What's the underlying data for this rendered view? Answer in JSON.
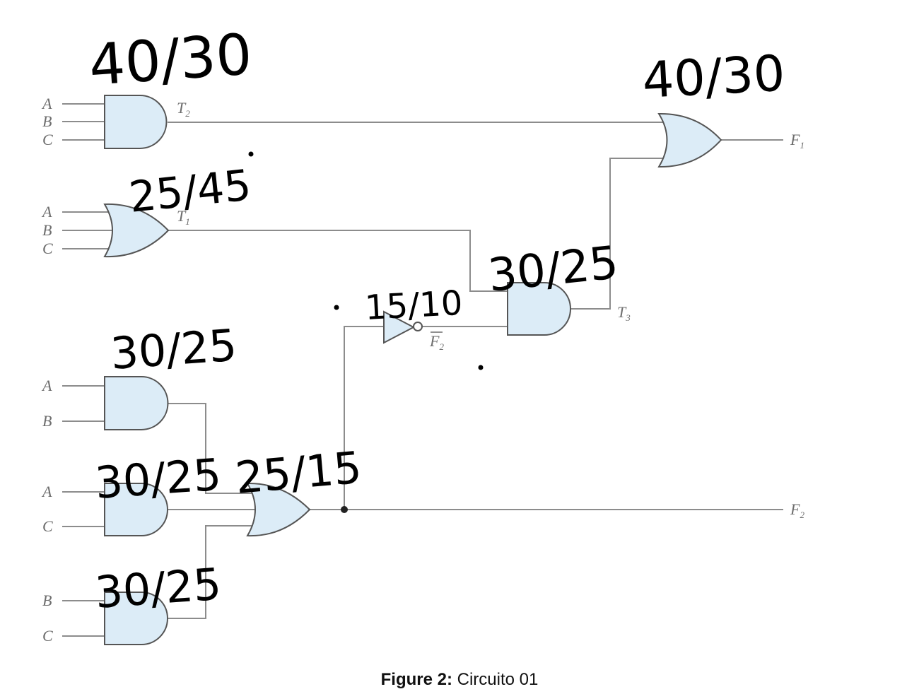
{
  "caption": {
    "prefix": "Figure 2:",
    "text": "Circuito 01"
  },
  "labels": {
    "in_a": "A",
    "in_b": "B",
    "in_c": "C",
    "t": "T",
    "t1_sub": "1",
    "t2_sub": "2",
    "t3_sub": "3",
    "f": "F",
    "f1_sub": "1",
    "f2_sub": "2"
  },
  "annotations": {
    "and_t2": "40/30",
    "or_f1": "40/30",
    "or_t1": "25/45",
    "not_gate": "15/10",
    "and_t3": "30/25",
    "and_ab": "30/25",
    "and_ac": "30/25",
    "or_f2": "25/15",
    "and_bc": "30/25"
  },
  "colors": {
    "gate_fill": "#dcecf7",
    "gate_stroke": "#555555",
    "wire": "#8c8c8c",
    "ink": "#000000"
  }
}
